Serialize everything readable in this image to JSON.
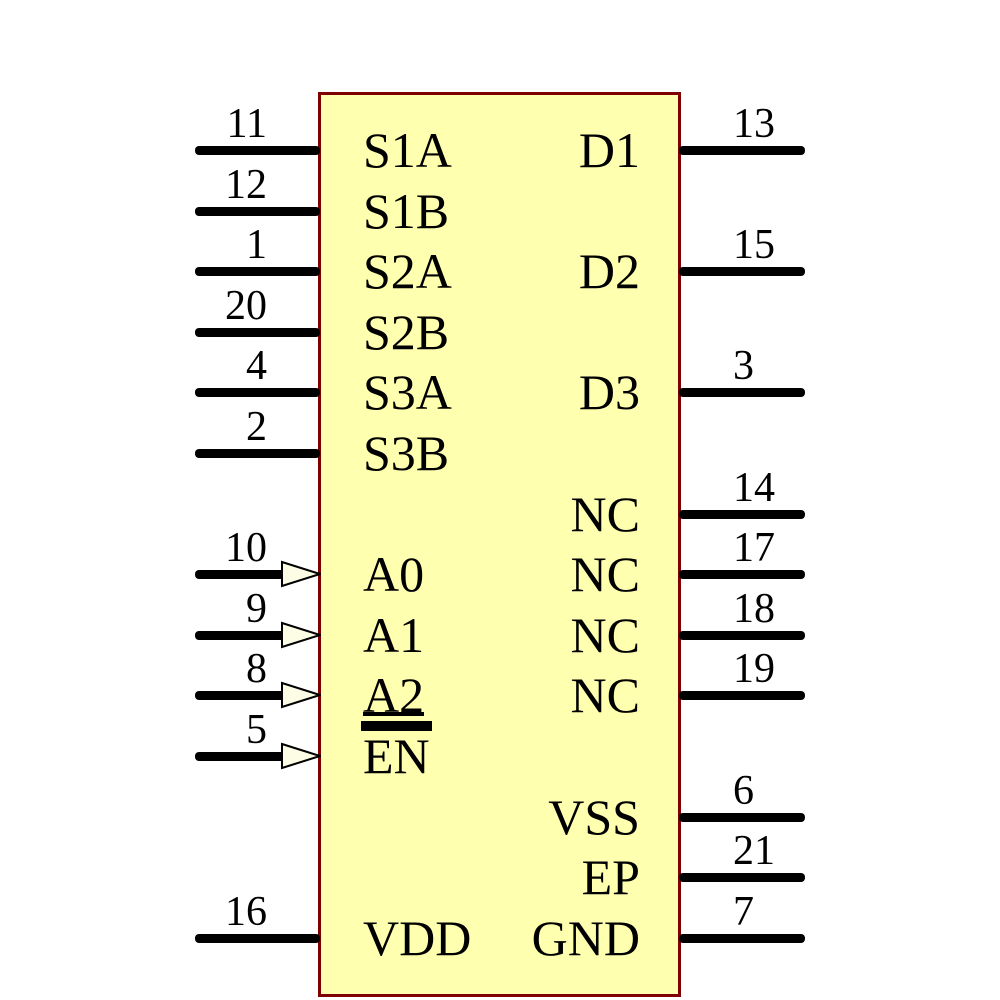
{
  "diagram": {
    "kind": "ic-schematic-symbol",
    "colors": {
      "body_fill": "#ffffb0",
      "body_border": "#7f0000",
      "pin_line": "#000000",
      "text": "#000000",
      "arrow_fill": "#fdfde6"
    }
  },
  "pins": {
    "left": [
      {
        "number": "11",
        "name": "S1A",
        "row": 0,
        "arrow": false,
        "overbar": false,
        "underline": false
      },
      {
        "number": "12",
        "name": "S1B",
        "row": 1,
        "arrow": false,
        "overbar": false,
        "underline": false
      },
      {
        "number": "1",
        "name": "S2A",
        "row": 2,
        "arrow": false,
        "overbar": false,
        "underline": false
      },
      {
        "number": "20",
        "name": "S2B",
        "row": 3,
        "arrow": false,
        "overbar": false,
        "underline": false
      },
      {
        "number": "4",
        "name": "S3A",
        "row": 4,
        "arrow": false,
        "overbar": false,
        "underline": false
      },
      {
        "number": "2",
        "name": "S3B",
        "row": 5,
        "arrow": false,
        "overbar": false,
        "underline": false
      },
      {
        "number": "10",
        "name": "A0",
        "row": 7,
        "arrow": true,
        "overbar": false,
        "underline": false
      },
      {
        "number": "9",
        "name": "A1",
        "row": 8,
        "arrow": true,
        "overbar": false,
        "underline": false
      },
      {
        "number": "8",
        "name": "A2",
        "row": 9,
        "arrow": true,
        "overbar": false,
        "underline": true
      },
      {
        "number": "5",
        "name": "EN",
        "row": 10,
        "arrow": true,
        "overbar": true,
        "underline": false
      },
      {
        "number": "16",
        "name": "VDD",
        "row": 13,
        "arrow": false,
        "overbar": false,
        "underline": false
      }
    ],
    "right": [
      {
        "number": "13",
        "name": "D1",
        "row": 0,
        "arrow": false,
        "overbar": false,
        "underline": false
      },
      {
        "number": "15",
        "name": "D2",
        "row": 2,
        "arrow": false,
        "overbar": false,
        "underline": false
      },
      {
        "number": "3",
        "name": "D3",
        "row": 4,
        "arrow": false,
        "overbar": false,
        "underline": false
      },
      {
        "number": "14",
        "name": "NC",
        "row": 6,
        "arrow": false,
        "overbar": false,
        "underline": false
      },
      {
        "number": "17",
        "name": "NC",
        "row": 7,
        "arrow": false,
        "overbar": false,
        "underline": false
      },
      {
        "number": "18",
        "name": "NC",
        "row": 8,
        "arrow": false,
        "overbar": false,
        "underline": false
      },
      {
        "number": "19",
        "name": "NC",
        "row": 9,
        "arrow": false,
        "overbar": false,
        "underline": false
      },
      {
        "number": "6",
        "name": "VSS",
        "row": 11,
        "arrow": false,
        "overbar": false,
        "underline": false
      },
      {
        "number": "21",
        "name": "EP",
        "row": 12,
        "arrow": false,
        "overbar": false,
        "underline": false
      },
      {
        "number": "7",
        "name": "GND",
        "row": 13,
        "arrow": false,
        "overbar": false,
        "underline": false
      }
    ]
  }
}
